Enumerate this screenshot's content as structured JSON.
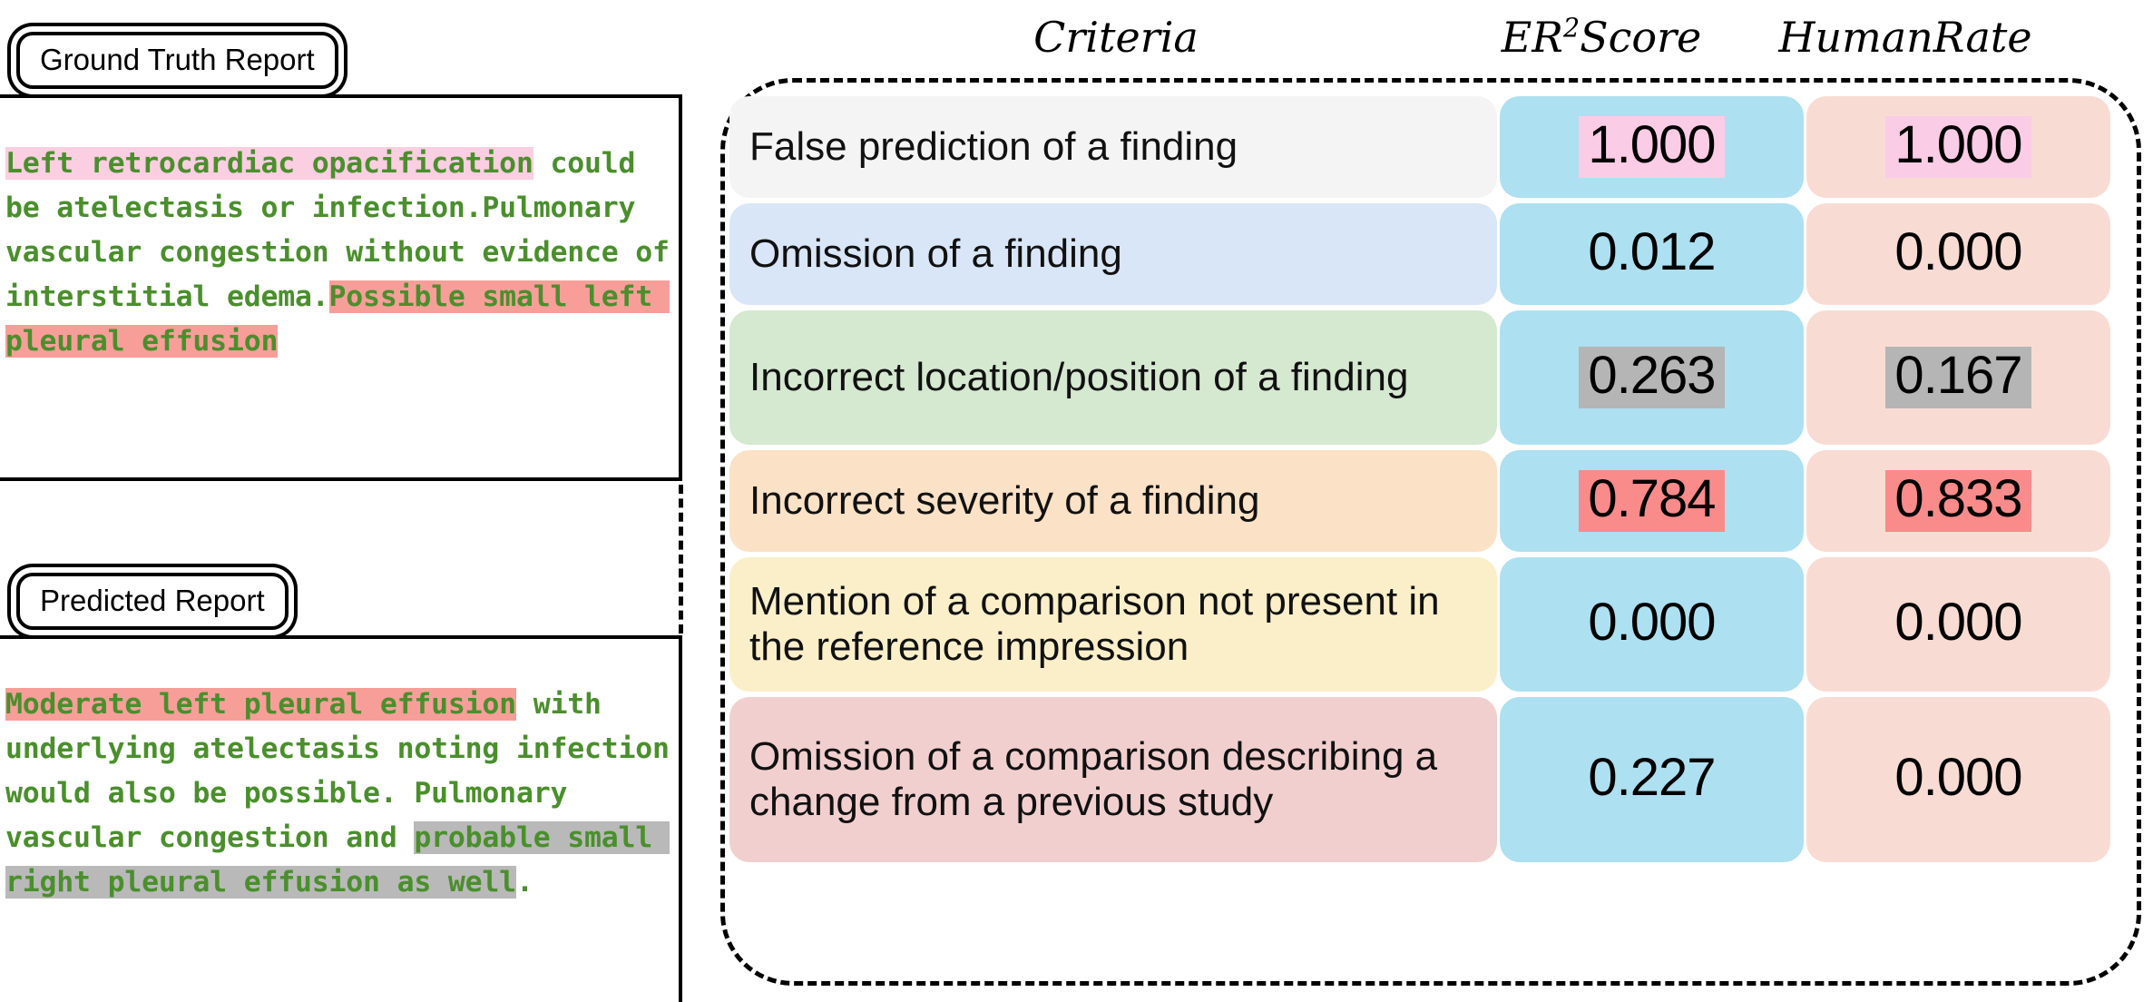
{
  "left_panel": {
    "ground_truth": {
      "tag_label": "Ground Truth Report",
      "segments": [
        {
          "text": "Left retrocardiac opacification",
          "highlight": "pink"
        },
        {
          "text": " could be atelectasis or infection.Pulmonary vascular congestion without evidence of interstitial edema.",
          "highlight": "none"
        },
        {
          "text": "Possible small left pleural effusion",
          "highlight": "red"
        }
      ],
      "full_text": "Left retrocardiac opacification could be atelectasis or infection.Pulmonary vascular congestion without evidence of interstitial edema.Possible small left pleural effusion"
    },
    "predicted": {
      "tag_label": "Predicted Report",
      "segments": [
        {
          "text": "Moderate left pleural effusion",
          "highlight": "red"
        },
        {
          "text": " with underlying atelectasis noting infection would also be possible. Pulmonary vascular congestion and ",
          "highlight": "none"
        },
        {
          "text": "probable small right pleural effusion as well",
          "highlight": "gray"
        },
        {
          "text": ".",
          "highlight": "none"
        }
      ],
      "full_text": "Moderate left pleural effusion with underlying atelectasis noting infection would also be possible. Pulmonary vascular congestion and probable small right pleural effusion as well."
    }
  },
  "table": {
    "headers": {
      "criteria": "Criteria",
      "er2score_base": "ER",
      "er2score_sup": "2",
      "er2score_rest": "Score",
      "humanrate": "HumanRate"
    },
    "rows": [
      {
        "criteria": "False prediction of a finding",
        "criteria_bg": "#f4f4f4",
        "er2score": "1.000",
        "er2score_mark": "pink",
        "humanrate": "1.000",
        "humanrate_mark": "pink",
        "height_class": "r-h60"
      },
      {
        "criteria": "Omission of a finding",
        "criteria_bg": "#d9e6f7",
        "er2score": "0.012",
        "er2score_mark": "none",
        "humanrate": "0.000",
        "humanrate_mark": "none",
        "height_class": "r-h60"
      },
      {
        "criteria": "Incorrect location/position of a finding",
        "criteria_bg": "#d5e8d0",
        "er2score": "0.263",
        "er2score_mark": "gray",
        "humanrate": "0.167",
        "humanrate_mark": "gray",
        "height_class": "r-h90"
      },
      {
        "criteria": "Incorrect severity of a finding",
        "criteria_bg": "#fbe1c6",
        "er2score": "0.784",
        "er2score_mark": "red",
        "humanrate": "0.833",
        "humanrate_mark": "red",
        "height_class": "r-h60"
      },
      {
        "criteria": "Mention of a comparison not present in the reference impression",
        "criteria_bg": "#fbefc9",
        "er2score": "0.000",
        "er2score_mark": "none",
        "humanrate": "0.000",
        "humanrate_mark": "none",
        "height_class": "r-h90"
      },
      {
        "criteria": "Omission of a comparison describing a change from a previous study",
        "criteria_bg": "#f2cfcf",
        "er2score": "0.227",
        "er2score_mark": "none",
        "humanrate": "0.000",
        "humanrate_mark": "none",
        "height_class": "r-h120"
      }
    ]
  },
  "colors": {
    "report_text_green": "#4a8f2c",
    "highlight_pink": "#fbcee1",
    "highlight_red": "#f79e99",
    "highlight_gray": "#b9b9b9",
    "er2_column": "#ade0f0",
    "human_column": "#f8dcd4",
    "mark_pink": "#fbcce6",
    "mark_gray": "#b5b5b5",
    "mark_red": "#f98b8b"
  }
}
